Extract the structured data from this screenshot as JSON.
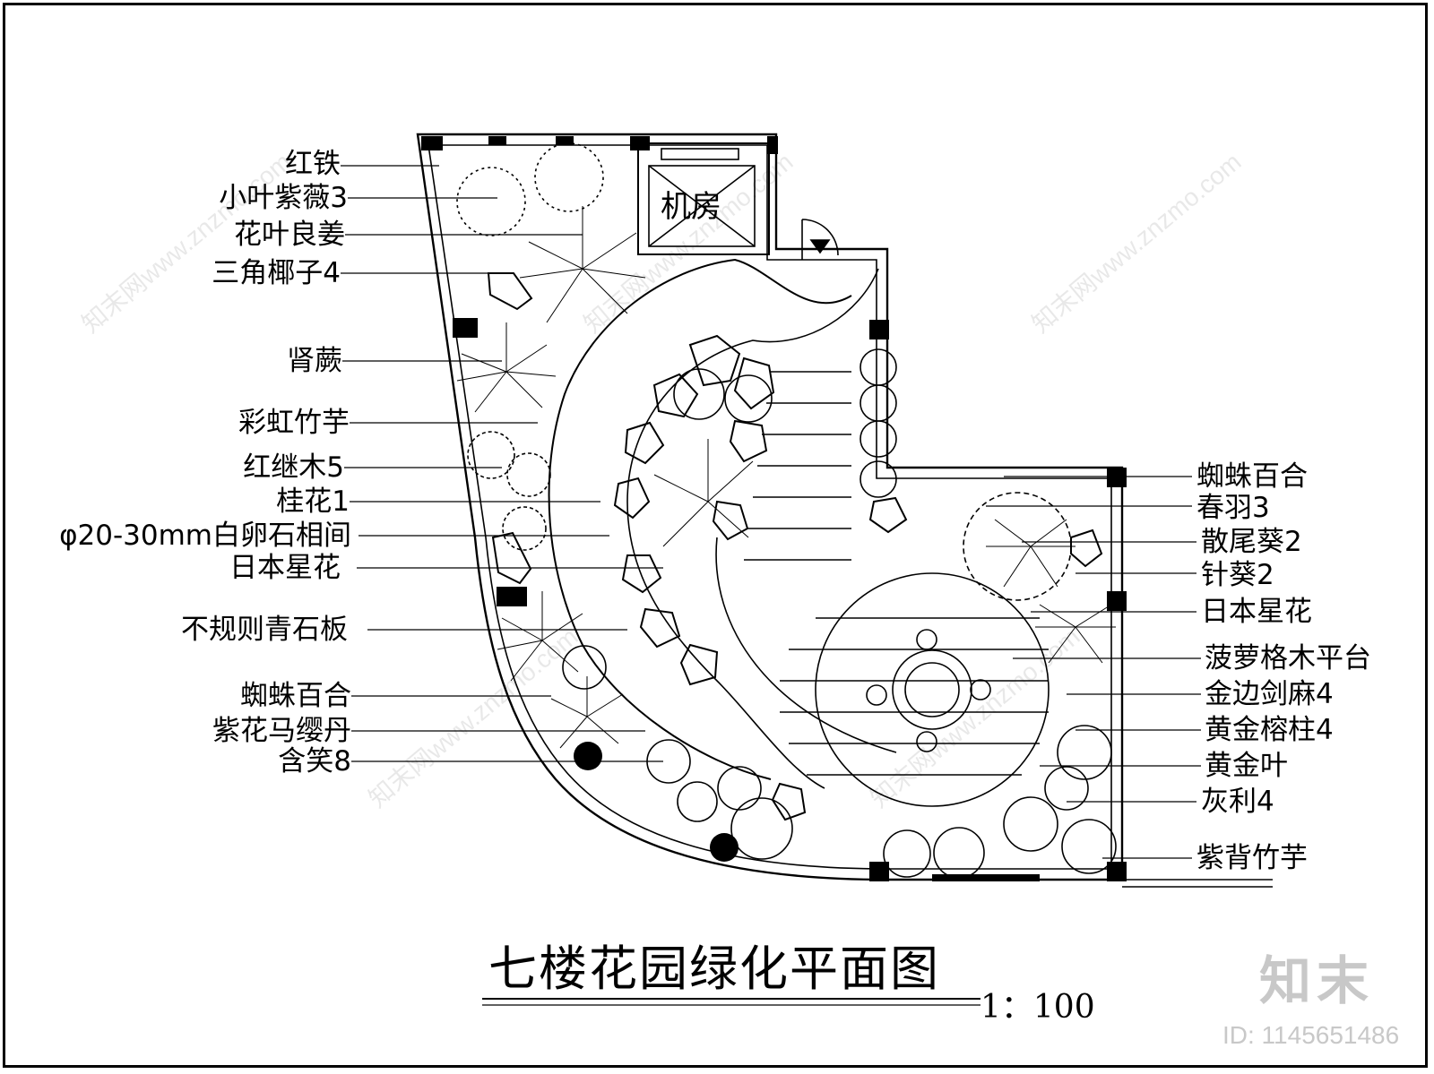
{
  "diagram": {
    "title": "七楼花园绿化平面图",
    "scale": "1：100",
    "machine_room": "机房",
    "left_labels": [
      "红铁",
      "小叶紫薇3",
      "花叶良姜",
      "三角椰子4",
      "肾蕨",
      "彩虹竹芋",
      "红继木5",
      "桂花1",
      "φ20-30mm白卵石相间",
      "日本星花",
      "不规则青石板",
      "蜘蛛百合",
      "紫花马缨丹",
      "含笑8"
    ],
    "right_labels": [
      "蜘蛛百合",
      "春羽3",
      "散尾葵2",
      "针葵2",
      "日本星花",
      "菠萝格木平台",
      "金边剑麻4",
      "黄金榕柱4",
      "黄金叶",
      "灰利4",
      "紫背竹芋"
    ]
  },
  "watermark": {
    "site": "知末网www.znzmo.com",
    "logo": "知末",
    "id": "ID: 1145651486"
  },
  "colors": {
    "line": "#000000",
    "watermark": "#c8c8c8"
  }
}
